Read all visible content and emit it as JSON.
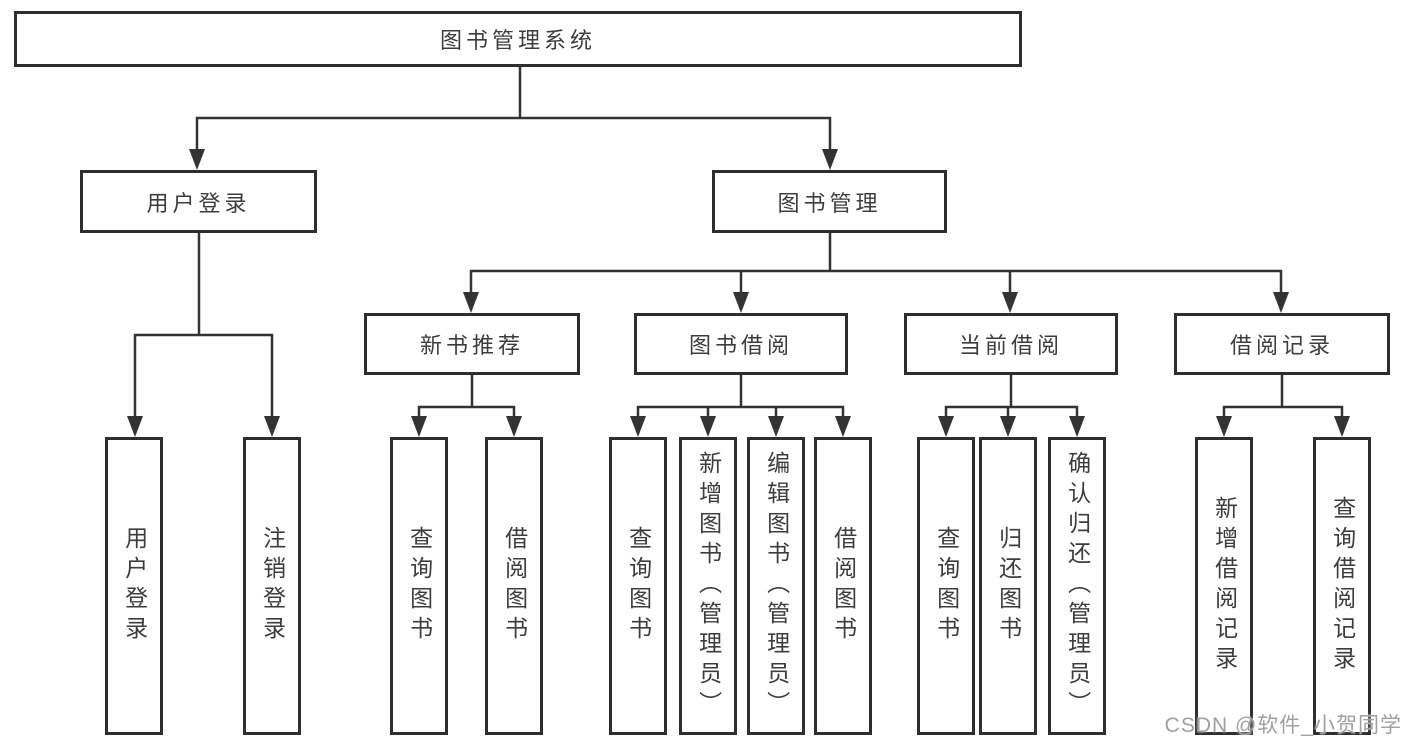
{
  "colors": {
    "line": "#333333",
    "box_border": "#2e2e2e",
    "text": "#3d3d3d",
    "watermark": "#a0a0a0",
    "background": "#ffffff"
  },
  "diagram": {
    "type": "hierarchy-tree",
    "root": {
      "label": "图书管理系统"
    },
    "branches": [
      {
        "label": "用户登录",
        "children": [
          {
            "label": "用户登录"
          },
          {
            "label": "注销登录"
          }
        ]
      },
      {
        "label": "图书管理",
        "children": [
          {
            "label": "新书推荐",
            "children": [
              {
                "label": "查询图书"
              },
              {
                "label": "借阅图书"
              }
            ]
          },
          {
            "label": "图书借阅",
            "children": [
              {
                "label": "查询图书"
              },
              {
                "label": "新增图书（管理员）"
              },
              {
                "label": "编辑图书（管理员）"
              },
              {
                "label": "借阅图书"
              }
            ]
          },
          {
            "label": "当前借阅",
            "children": [
              {
                "label": "查询图书"
              },
              {
                "label": "归还图书"
              },
              {
                "label": "确认归还（管理员）"
              }
            ]
          },
          {
            "label": "借阅记录",
            "children": [
              {
                "label": "新增借阅记录"
              },
              {
                "label": "查询借阅记录"
              }
            ]
          }
        ]
      }
    ]
  },
  "watermark": {
    "text": "CSDN @软件_小贺同学"
  }
}
